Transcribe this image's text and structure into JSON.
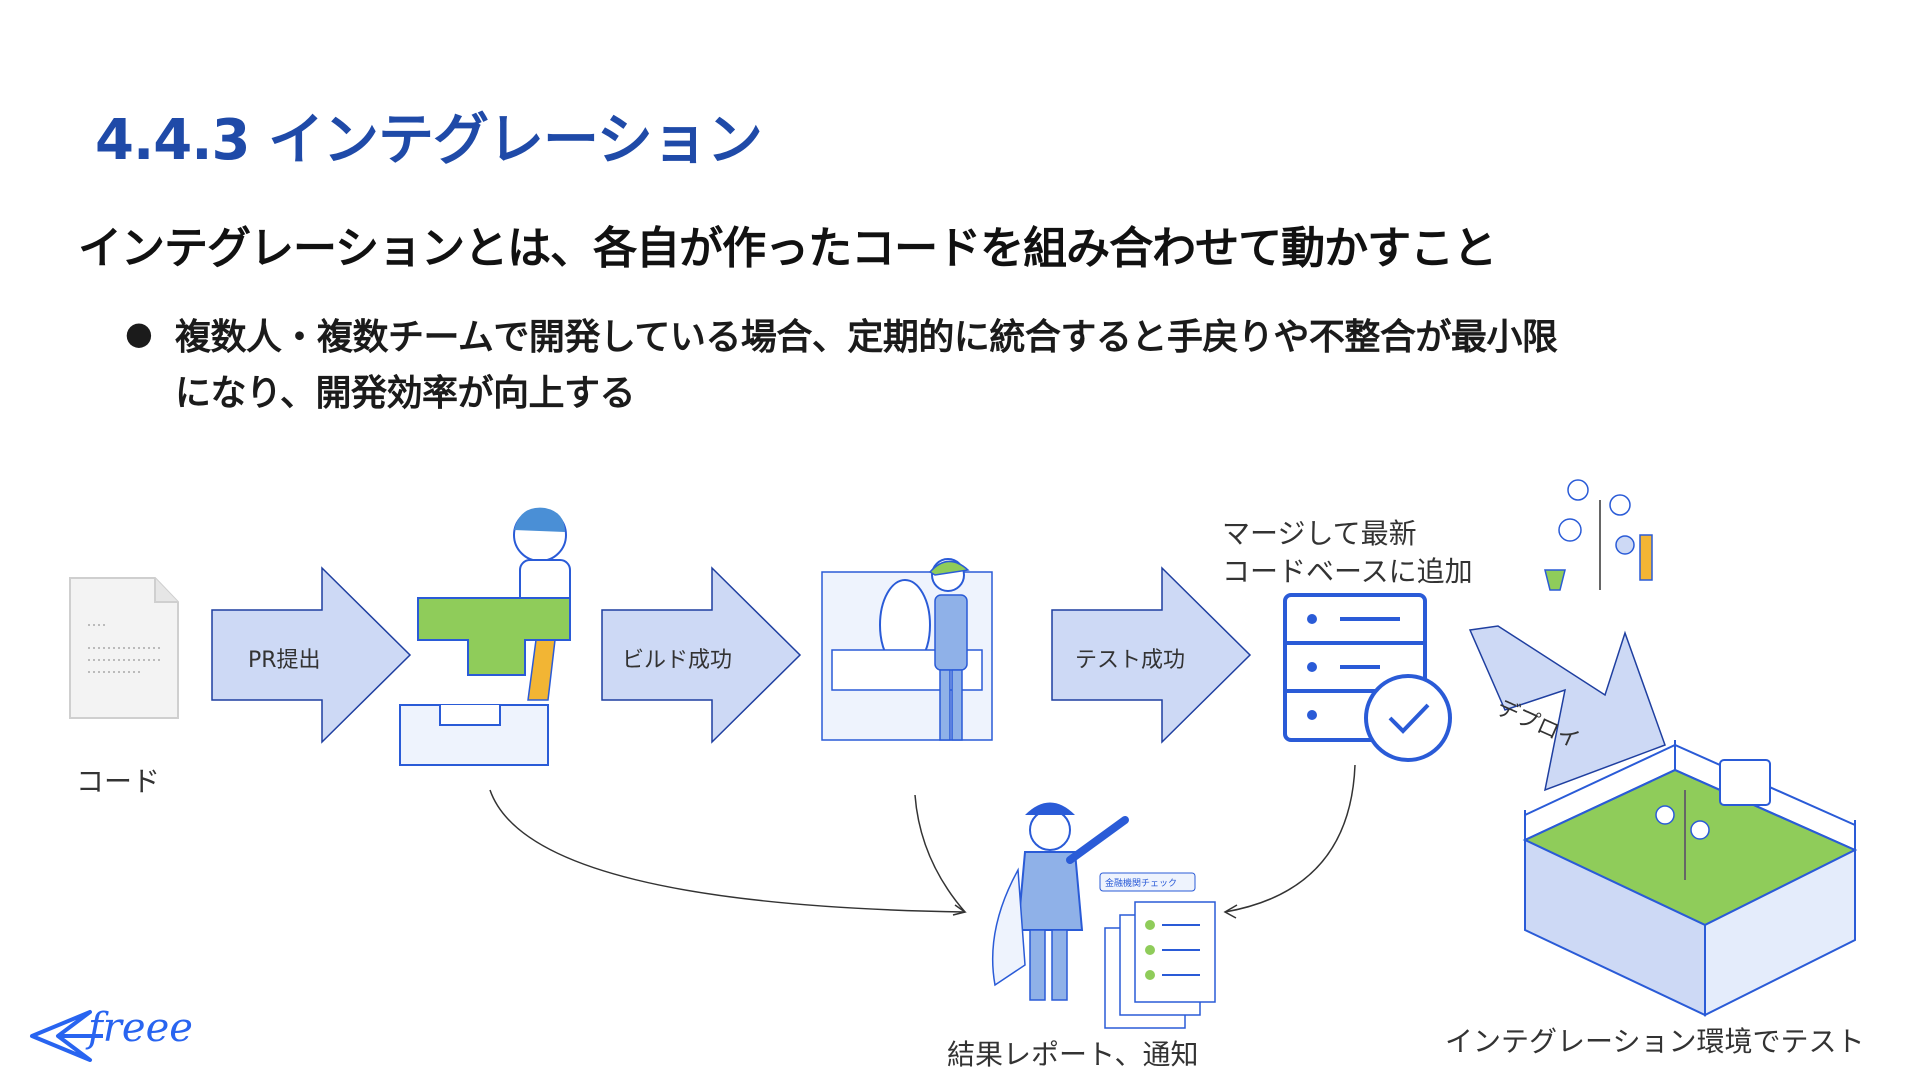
{
  "slide": {
    "title": "4.4.3 インテグレーション",
    "lead": "インテグレーションとは、各自が作ったコードを組み合わせて動かすこと",
    "bullet": "複数人・複数チームで開発している場合、定期的に統合すると手戻りや不整合が最小限になり、開発効率が向上する"
  },
  "diagram": {
    "code_label": "コード",
    "step1": "PR提出",
    "step2": "ビルド成功",
    "step3": "テスト成功",
    "step4": "デプロイ",
    "merge_label_line1": "マージして最新",
    "merge_label_line2": "コードベースに追加",
    "report_label": "結果レポート、通知",
    "env_label": "インテグレーション環境でテスト",
    "checklist_title": "金融機関チェック"
  },
  "brand": {
    "logo_text": "freee",
    "accent": "#1f4aa8",
    "arrow_fill": "#cdd9f5",
    "line_blue": "#2a5bd7"
  }
}
